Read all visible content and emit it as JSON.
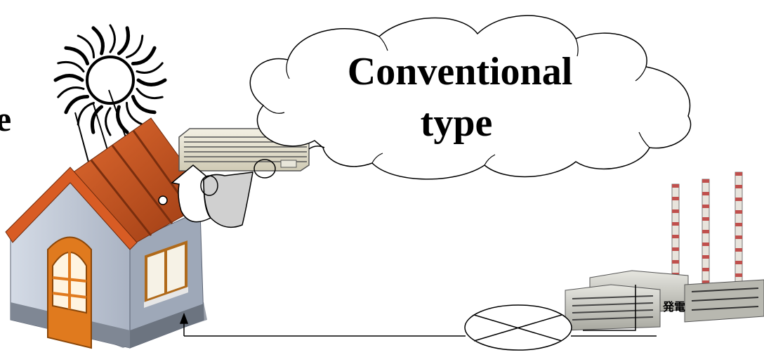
{
  "cloud": {
    "line1": "Conventional",
    "line2": "type"
  },
  "left_edge_text": "e",
  "power_plant": {
    "label": "発電"
  },
  "colors": {
    "roof": "#c8501c",
    "roof_dark": "#8e3410",
    "wall": "#c8d0dc",
    "wall_shadow": "#9aa4b4",
    "door": "#e07a1e",
    "stack_red": "#c0504d",
    "outline": "#000000"
  },
  "icons": [
    "sun-icon",
    "house-icon",
    "air-conditioner-icon",
    "power-plant-icon",
    "switch-symbol"
  ]
}
